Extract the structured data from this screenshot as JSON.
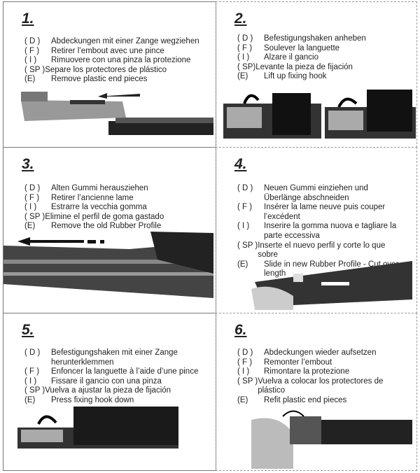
{
  "steps": [
    {
      "number": "1.",
      "lines": [
        [
          "( D )",
          "Abdeckungen mit einer Zange wegziehen"
        ],
        [
          "( F )",
          "Retirer l’embout avec une pince"
        ],
        [
          "( I )",
          "Rimuovere con una pinza la protezione"
        ],
        [
          "( SP )",
          "Separe los protectores de plástico"
        ],
        [
          "(E)",
          "Remove plastic end pieces"
        ]
      ]
    },
    {
      "number": "2.",
      "lines": [
        [
          "( D )",
          "Befestigungshaken anheben"
        ],
        [
          "( F )",
          "Soulever la languette"
        ],
        [
          "( I )",
          "Alzare il gancio"
        ],
        [
          "( SP)",
          "Levante la pieza de fijación"
        ],
        [
          "(E)",
          "Lift up fixing hook"
        ]
      ]
    },
    {
      "number": "3.",
      "lines": [
        [
          "( D )",
          "Alten Gummi herausziehen"
        ],
        [
          "( F )",
          "Retirer l’ancienne lame"
        ],
        [
          "( I )",
          "Estrarre la vecchia gomma"
        ],
        [
          "( SP )",
          "Elimine el perfil de goma gastado"
        ],
        [
          "(E)",
          "Remove the old Rubber Profile"
        ]
      ]
    },
    {
      "number": "4.",
      "lines": [
        [
          "( D )",
          "Neuen Gummi einziehen und Überlänge abschneiden"
        ],
        [
          "( F )",
          "Insérer la lame neuve puis couper l’excédent"
        ],
        [
          "( I )",
          "Inserire la gomma nuova e tagliare la parte eccessiva"
        ],
        [
          "( SP )",
          "Inserte el nuevo perfil y corte lo que sobre"
        ],
        [
          "(E)",
          "Slide in new Rubber Profile - Cut over length"
        ]
      ]
    },
    {
      "number": "5.",
      "lines": [
        [
          "( D )",
          "Befestigungshaken mit einer Zange herunterklemmen"
        ],
        [
          "( F )",
          "Enfoncer la languette à l’aide d’une pince"
        ],
        [
          "( I )",
          "Fissare il gancio con una pinza"
        ],
        [
          "( SP )",
          "Vuelva a ajustar la pieza de fijación"
        ],
        [
          "(E)",
          "Press fixing hook down"
        ]
      ]
    },
    {
      "number": "6.",
      "lines": [
        [
          "( D )",
          "Abdeckungen wieder aufsetzen"
        ],
        [
          "( F )",
          "Remonter l’embout"
        ],
        [
          "( I )",
          "Rimontare la protezione"
        ],
        [
          "( SP )",
          "Vuelva a colocar los protectores de plástico"
        ],
        [
          "(E)",
          "Refit plastic end pieces"
        ]
      ]
    }
  ]
}
